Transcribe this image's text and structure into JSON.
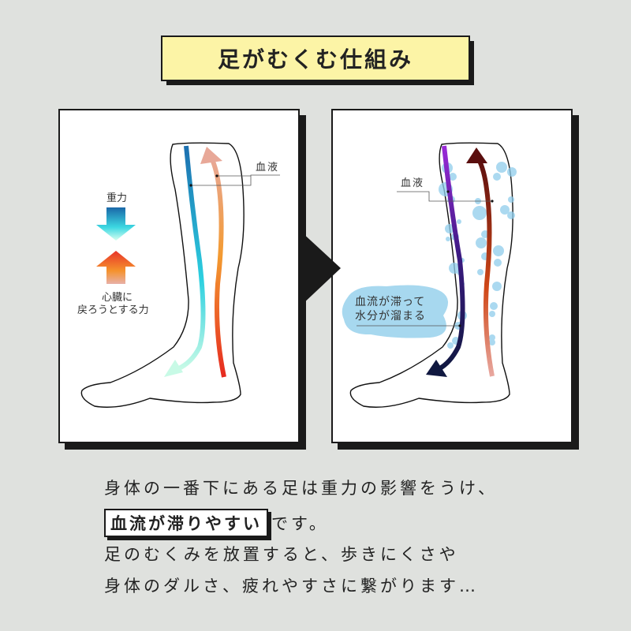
{
  "title": "足がむくむ仕組み",
  "left_panel": {
    "blood_label": "血液",
    "gravity_label": "重力",
    "return_force_line1": "心臓に",
    "return_force_line2": "戻ろうとする力"
  },
  "right_panel": {
    "blood_label": "血液",
    "stagnation_line1": "血流が滞って",
    "stagnation_line2": "水分が溜まる"
  },
  "body": {
    "line1": "身体の一番下にある足は重力の影響をうけ、",
    "line2_highlight": "血流が滞りやすい",
    "line2_rest": "です。",
    "line3": "足のむくみを放置すると、歩きにくさや",
    "line4": "身体のダルさ、疲れやすさに繋がります…"
  },
  "colors": {
    "background": "#dfe1de",
    "title_bg": "#fcf4a6",
    "bubble": "#9fd6ee"
  }
}
